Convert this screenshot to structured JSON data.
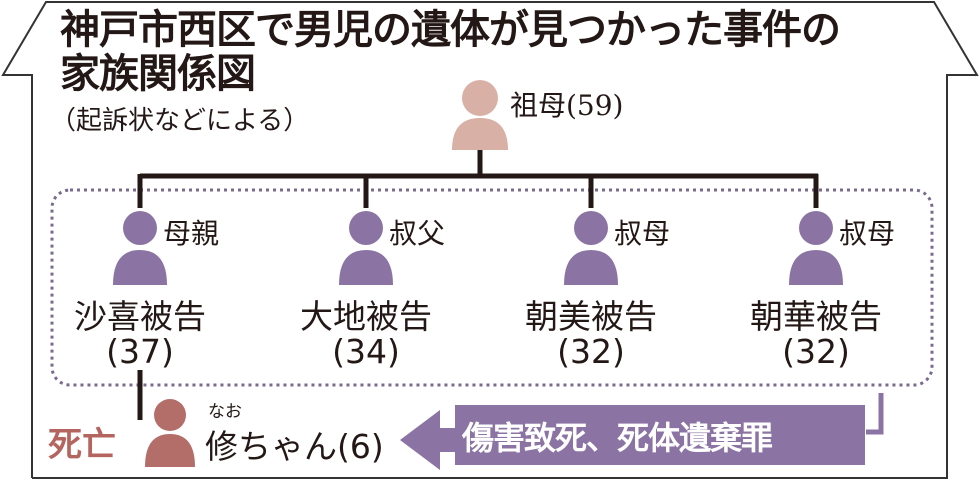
{
  "title_line1": "神戸市西区で男児の遺体が見つかった事件の",
  "title_line2": "家族関係図",
  "subtitle": "（起訴状などによる）",
  "grandmother": {
    "label": "祖母(59)"
  },
  "siblings": [
    {
      "role": "母親",
      "name": "沙喜被告",
      "age": "(37)"
    },
    {
      "role": "叔父",
      "name": "大地被告",
      "age": "(34)"
    },
    {
      "role": "叔母",
      "name": "朝美被告",
      "age": "(32)"
    },
    {
      "role": "叔母",
      "name": "朝華被告",
      "age": "(32)"
    }
  ],
  "victim": {
    "status": "死亡",
    "ruby": "なお",
    "name": "修ちゃん(6)"
  },
  "charges": "傷害致死、死体遺棄罪",
  "colors": {
    "defendant": "#8b74a3",
    "grandmother": "#d9b0a6",
    "victim": "#b46e6a",
    "death_text": "#b5655f",
    "arrow": "#8b74a3"
  }
}
